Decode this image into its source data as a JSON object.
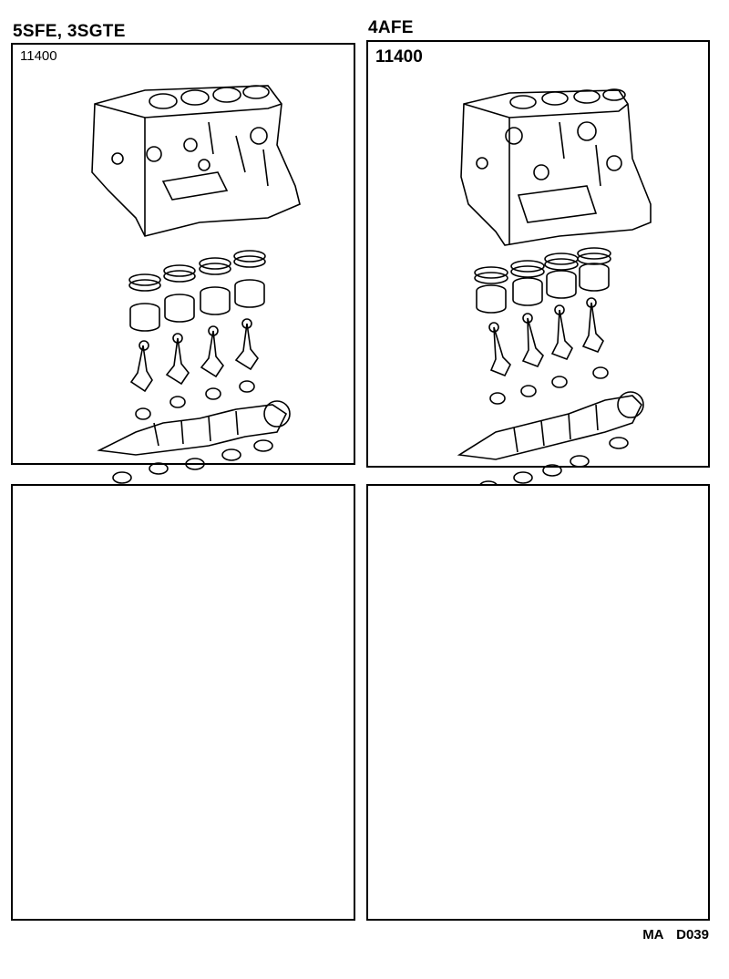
{
  "left_panel": {
    "model": "5SFE, 3SGTE",
    "part_number": "11400"
  },
  "right_panel": {
    "model": "4AFE",
    "part_number": "11400"
  },
  "footer": {
    "code": "MA D039"
  }
}
